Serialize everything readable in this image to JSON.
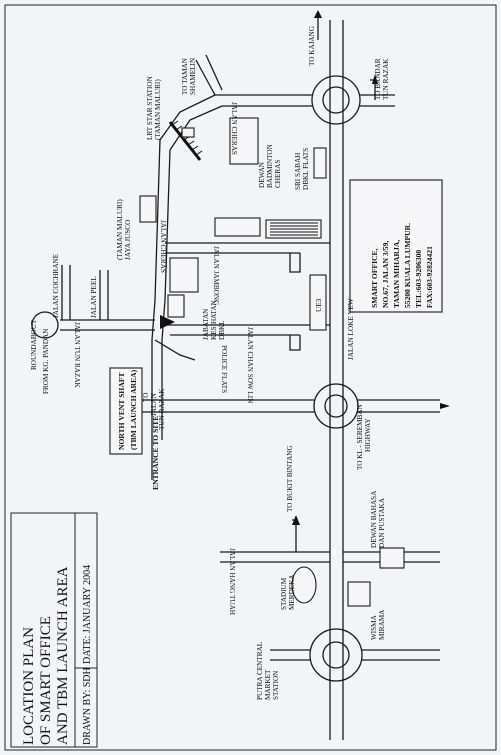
{
  "title": {
    "line1": "LOCATION PLAN",
    "line2": "OF SMART OFFICE",
    "line3": "AND TBM LAUNCH AREA",
    "drawn_by": "DRAWN BY: SDH",
    "date": "DATE: JANUARY 2004"
  },
  "office": {
    "l1": "SMART OFFICE,",
    "l2": "NO.67, JALAN 3/59,",
    "l3": "TAMAN MIHARJA,",
    "l4": "55200 KUALA LUMPUR.",
    "l5": "TEL:603-9206300",
    "l6": "FAX:603-92824421"
  },
  "shaft": {
    "l1": "NORTH VENT SHAFT",
    "l2": "(TBM LAUNCH AREA)"
  },
  "labels": {
    "to_taman_shamelin": "TO TAMAN",
    "to_taman_shamelin2": "SHAMELIN",
    "to_kajang": "TO KAJANG",
    "to_bandar_tun_razak": "TO BANDAR",
    "to_bandar_tun_razak2": "TUN RAZAK",
    "lrt_station": "LRT STAR STATION",
    "lrt_station2": "(TAMAN MALURI)",
    "jalan_cheras_top": "JALAN CHERAS",
    "dewan_badminton": "DEWAN",
    "dewan_badminton2": "BADMINTON",
    "dewan_badminton3": "CHERAS",
    "sri_sabah": "SRI SABAH",
    "sri_sabah2": "DBKL FLATS",
    "jaya_jusco": "(TAMAN MALURI)",
    "jaya_jusco2": "JAYA JUSCO",
    "jalan_cheras_mid": "JALAN CHERAS",
    "jalan_jambong": "JALAN JAMBONG",
    "jalan_cochrane": "JALAN COCHRANE",
    "jalan_peel": "JALAN PEEL",
    "jabatan": "JABATAN",
    "jabatan2": "KESIHATAN",
    "jabatan3": "DBKL",
    "jalan_tun_razak_top": "JALAN TUN RAZAK",
    "jalan_chan_sow_lin": "JALAN CHAN SOW LIN",
    "police_flats": "POLICE FLATS",
    "ue3": "UE3",
    "jalan_loke_yew": "JALAN LOKE YEW",
    "roundabout": "ROUNDABOUT",
    "from_kg_pandan": "FROM KG. PANDAN",
    "entrance": "ENTRANCE TO SITE",
    "to_jalan_tun_razak": "TO",
    "to_jalan_tun_razak2": "JALAN",
    "to_jalan_tun_razak3": "TUN RAZAK",
    "to_kl_seremban": "TO KL - SEREMBAN",
    "to_kl_seremban2": "HIGHWAY",
    "to_bukit_bintang": "TO BUKIT BINTANG",
    "dewan_bahasa": "DEWAN BAHASA",
    "dewan_bahasa2": "DAN PUSTAKA",
    "jalan_hang_tuah": "JALAN HANG TUAH",
    "stadium": "STADIUM",
    "stadium2": "MERDEKA",
    "wisma": "WISMA",
    "wisma2": "MIRAMA",
    "putra": "PUTRA CENTRAL",
    "putra2": "MARKET",
    "putra3": "STATION"
  }
}
